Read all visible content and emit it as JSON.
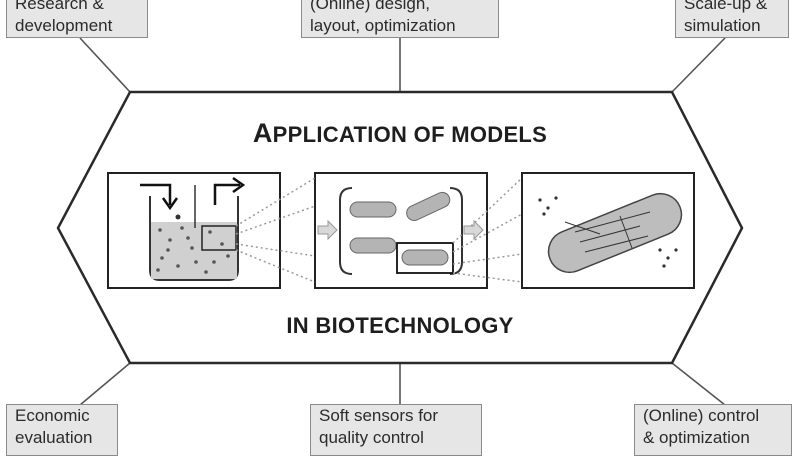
{
  "title": {
    "cap1": "A",
    "rest1": "PPLICATION OF MODELS",
    "cap2": "IN ",
    "rest2": "BIOTECHNOLOGY"
  },
  "boxes": {
    "top_left": [
      "Research &",
      "development"
    ],
    "top_center": [
      "(Online) design,",
      "layout, optimization"
    ],
    "top_right": [
      "Scale-up &",
      "simulation"
    ],
    "bottom_left": [
      "Economic",
      "evaluation"
    ],
    "bottom_center": [
      "Soft sensors for",
      "quality control"
    ],
    "bottom_right": [
      "(Online) control",
      "& optimization"
    ]
  },
  "colors": {
    "frame": "#2a2a2a",
    "box_fill": "#e6e6e6",
    "box_border": "#8a8a8a",
    "cell": "#b4b4b4"
  }
}
